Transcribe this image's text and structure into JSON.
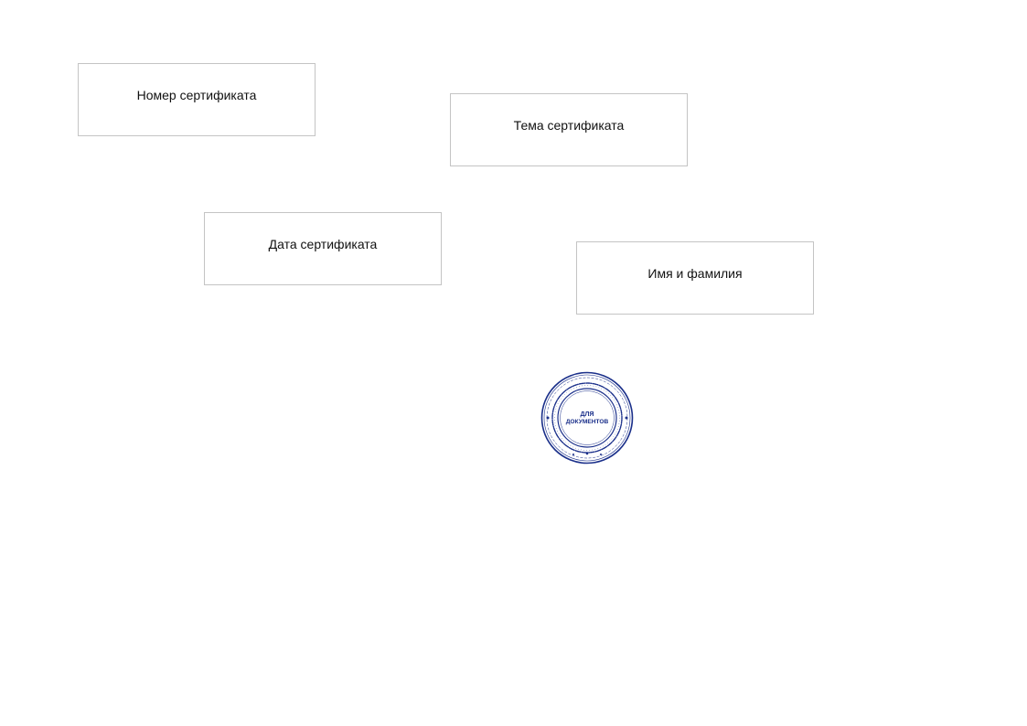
{
  "fields": {
    "number": "Номер сертификата",
    "topic": "Тема сертификата",
    "date": "Дата сертификата",
    "name": "Имя и фамилия"
  },
  "stamp": {
    "center_line1": "ДЛЯ",
    "center_line2": "ДОКУМЕНТОВ",
    "color": "#1a2f8a"
  }
}
